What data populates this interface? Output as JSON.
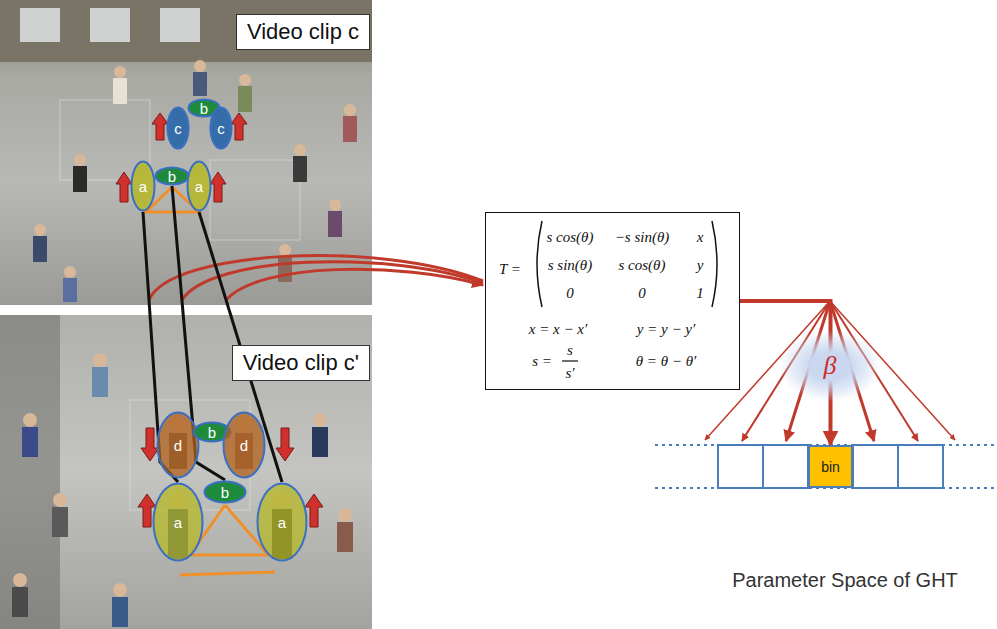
{
  "diagram": {
    "nodes": [
      {
        "text": [
          "Video clip c"
        ]
      },
      {
        "text": [
          "c"
        ]
      },
      {
        "text": [
          "b"
        ]
      },
      {
        "text": [
          "c"
        ]
      },
      {
        "text": [
          "a"
        ]
      },
      {
        "text": [
          "b"
        ]
      },
      {
        "text": [
          "a"
        ]
      },
      {
        "text": [
          "Video clip c'"
        ]
      },
      {
        "text": [
          "d"
        ]
      },
      {
        "text": [
          "b"
        ]
      },
      {
        "text": [
          "d"
        ]
      },
      {
        "text": [
          "a"
        ]
      },
      {
        "text": [
          "b"
        ]
      },
      {
        "text": [
          "a"
        ]
      },
      {
        "text": [
          "T =",
          "s cos(θ)",
          "−s sin(θ)",
          "x",
          "s sin(θ)",
          "s cos(θ)",
          "y",
          "0",
          "0",
          "1",
          "x = x − x′",
          "y = y − y′",
          "s =",
          "s",
          "s′",
          "θ = θ − θ′"
        ]
      },
      {
        "text": [
          "bin"
        ]
      }
    ],
    "edges": [
      {
        "from": 4,
        "to": 11,
        "arrow": "none"
      },
      {
        "from": 5,
        "to": 12,
        "arrow": "none"
      },
      {
        "from": 6,
        "to": 13,
        "arrow": "none"
      },
      {
        "from": 14,
        "to": 15,
        "arrow": "to"
      }
    ],
    "labels": [
      "β",
      "Parameter Space of GHT"
    ]
  }
}
